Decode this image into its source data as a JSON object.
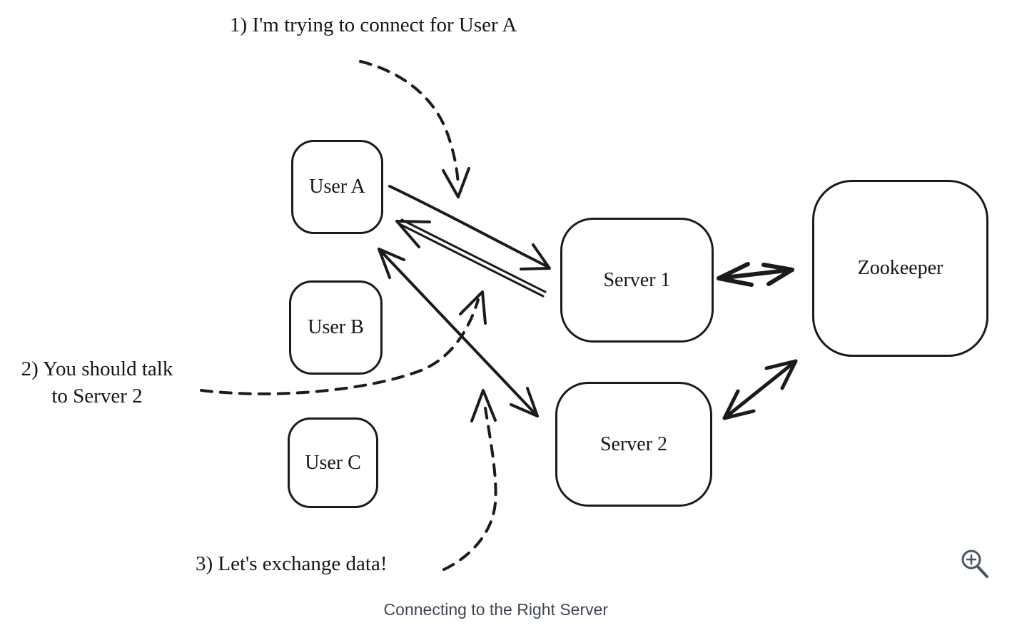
{
  "diagram": {
    "caption": "Connecting to the Right Server",
    "nodes": {
      "user_a": "User A",
      "user_b": "User B",
      "user_c": "User C",
      "server_1": "Server 1",
      "server_2": "Server 2",
      "zookeeper": "Zookeeper"
    },
    "annotations": {
      "step1": "1) I'm trying to connect for User A",
      "step2_line1": "2) You should talk",
      "step2_line2": "to Server 2",
      "step3": "3) Let's exchange data!"
    },
    "edges": [
      {
        "from": "User A",
        "to": "Server 1",
        "style": "solid-arrow"
      },
      {
        "from": "Server 1",
        "to": "User A",
        "style": "solid-arrow-double-line"
      },
      {
        "from": "User A",
        "to": "Server 2",
        "style": "solid-arrow-both-ends"
      },
      {
        "from": "Server 1",
        "to": "Zookeeper",
        "style": "solid-arrow-both-ends"
      },
      {
        "from": "Server 2",
        "to": "Zookeeper",
        "style": "solid-arrow-both-ends"
      },
      {
        "from": "annotation-step1",
        "to": "Server 1",
        "style": "dashed-curved-arrow"
      },
      {
        "from": "annotation-step2",
        "to": "User A link",
        "style": "dashed-curved-arrow"
      },
      {
        "from": "annotation-step3",
        "to": "Server 2",
        "style": "dashed-curved-arrow"
      }
    ],
    "icons": {
      "zoom_in": "magnifier-plus-icon"
    },
    "colors": {
      "stroke": "#1b1b1b",
      "caption_text": "#3d4653",
      "icon": "#4a5562",
      "background": "#ffffff"
    }
  }
}
